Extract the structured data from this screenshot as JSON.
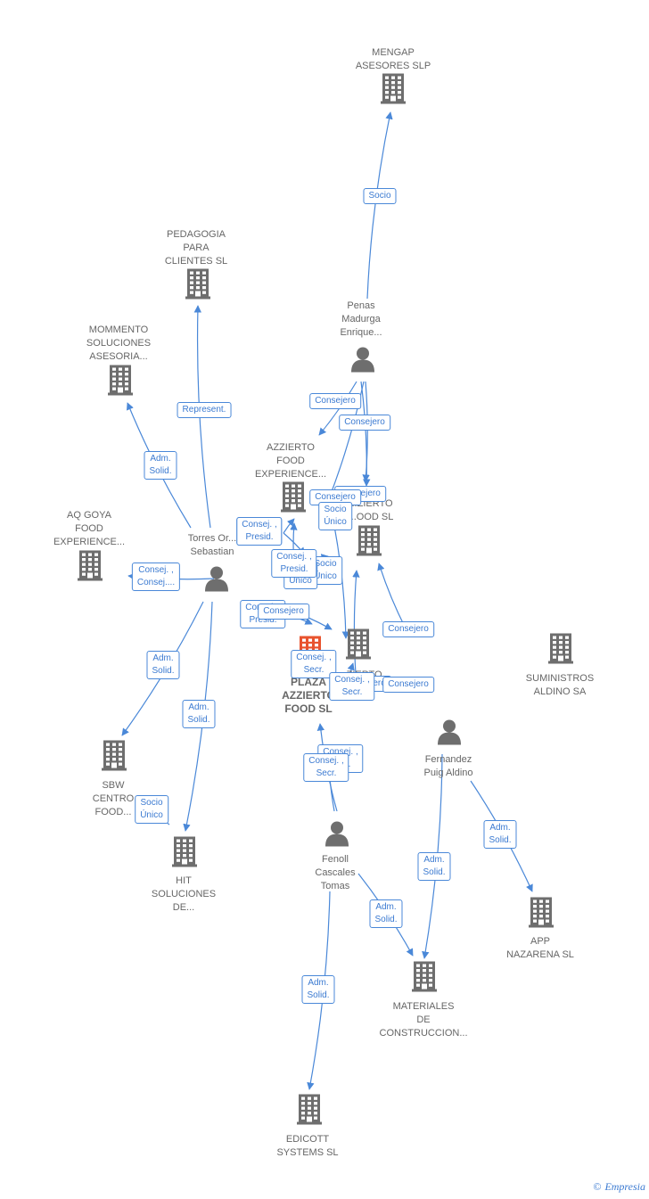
{
  "colors": {
    "edge": "#4a88d8",
    "icon": "#6e6e6e",
    "highlight": "#e8532e",
    "label": "#666666"
  },
  "nodes": [
    {
      "id": "mengap",
      "type": "company",
      "label": "MENGAP\nASESORES  SLP"
    },
    {
      "id": "pedagogia",
      "type": "company",
      "label": "PEDAGOGIA\nPARA\nCLIENTES SL"
    },
    {
      "id": "mommento",
      "type": "company",
      "label": "MOMMENTO\nSOLUCIONES\nASESORIA..."
    },
    {
      "id": "aqgoya",
      "type": "company",
      "label": "AQ GOYA\nFOOD\nEXPERIENCE..."
    },
    {
      "id": "azzierto_exp",
      "type": "company",
      "label": "AZZIERTO\nFOOD\nEXPERIENCE..."
    },
    {
      "id": "azzierto_food",
      "type": "company",
      "label": "...ZIERTO\n...OOD  SL"
    },
    {
      "id": "plaza",
      "type": "company",
      "highlight": true,
      "label": "PLAZA\nAZZIERTO\nFOOD  SL"
    },
    {
      "id": "azzierto2",
      "type": "company",
      "label": "...ZIERTO\n...OOD SL"
    },
    {
      "id": "suministros",
      "type": "company",
      "label": "SUMINISTROS\nALDINO SA"
    },
    {
      "id": "sbw",
      "type": "company",
      "label": "SBW\nCENTRO\nFOOD..."
    },
    {
      "id": "hit",
      "type": "company",
      "label": "HIT\nSOLUCIONES\nDE..."
    },
    {
      "id": "app",
      "type": "company",
      "label": "APP\nNAZARENA  SL"
    },
    {
      "id": "materiales",
      "type": "company",
      "label": "MATERIALES\nDE\nCONSTRUCCION..."
    },
    {
      "id": "edicott",
      "type": "company",
      "label": "EDICOTT\nSYSTEMS  SL"
    },
    {
      "id": "penas",
      "type": "person",
      "label": "Penas\nMadurga\nEnrique..."
    },
    {
      "id": "torres",
      "type": "person",
      "label": "Torres Or...\nSebastian"
    },
    {
      "id": "fernandez",
      "type": "person",
      "label": "Fernandez\nPuig Aldino"
    },
    {
      "id": "fenoll",
      "type": "person",
      "label": "Fenoll\nCascales\nTomas"
    }
  ],
  "edges": [
    {
      "label": "Socio"
    },
    {
      "label": "Represent."
    },
    {
      "label": "Adm.\nSolid."
    },
    {
      "label": "Consej. ,\nConsej...."
    },
    {
      "label": "Consejero"
    },
    {
      "label": "Consejero"
    },
    {
      "label": "Consejero"
    },
    {
      "label": "Consejero"
    },
    {
      "label": "Socio\nÚnico"
    },
    {
      "label": "Consej. ,\nPresid."
    },
    {
      "label": "Consej. ,\nPresid."
    },
    {
      "label": "Socio\nÚnico"
    },
    {
      "label": "Socio\nÚnico"
    },
    {
      "label": "Consej. ,\nPresid."
    },
    {
      "label": "Consej. ,\nPresid."
    },
    {
      "label": "Consejero"
    },
    {
      "label": "Consej. ,\nSecr."
    },
    {
      "label": "Consejero"
    },
    {
      "label": "Consejero"
    },
    {
      "label": "Consej. ,\nSecr."
    },
    {
      "label": "Consejero"
    },
    {
      "label": "Adm.\nSolid."
    },
    {
      "label": "Adm.\nSolid."
    },
    {
      "label": "Socio\nÚnico"
    },
    {
      "label": "Consej. ,\nSecr."
    },
    {
      "label": "Consej. ,\nSecr."
    },
    {
      "label": "Adm.\nSolid."
    },
    {
      "label": "Adm.\nSolid."
    },
    {
      "label": "Adm.\nSolid."
    },
    {
      "label": "Adm.\nSolid."
    }
  ],
  "footer": {
    "copyright": "©",
    "brand": "Empresia"
  }
}
